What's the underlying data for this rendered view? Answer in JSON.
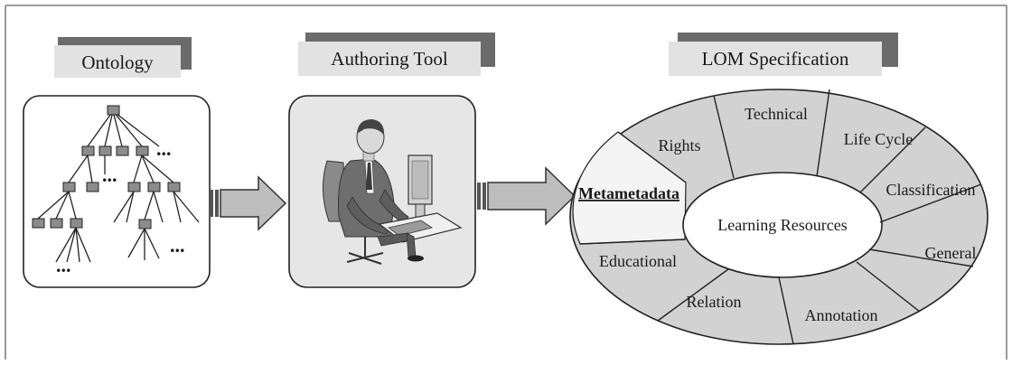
{
  "stages": {
    "ontology": {
      "title": "Ontology"
    },
    "authoring": {
      "title": "Authoring Tool"
    },
    "lom": {
      "title": "LOM Specification"
    }
  },
  "ontology_tree": {
    "ellipsis": "..."
  },
  "lom": {
    "center_label": "Learning Resources",
    "segments": [
      "Technical",
      "Life Cycle",
      "Classification",
      "General",
      "Annotation",
      "Relation",
      "Educational",
      "Metametadata",
      "Rights"
    ],
    "highlighted_segment": "Metametadata"
  },
  "colors": {
    "background": "#ffffff",
    "frame": "#7a7a7a",
    "title_box": "#e2e2e2",
    "title_shadow": "#6b6b6b",
    "segment_fill": "#d2d2d2",
    "highlight_fill": "#f4f4f4",
    "node_fill": "#8c8c8c",
    "arrow_fill": "#bdbdbd"
  }
}
